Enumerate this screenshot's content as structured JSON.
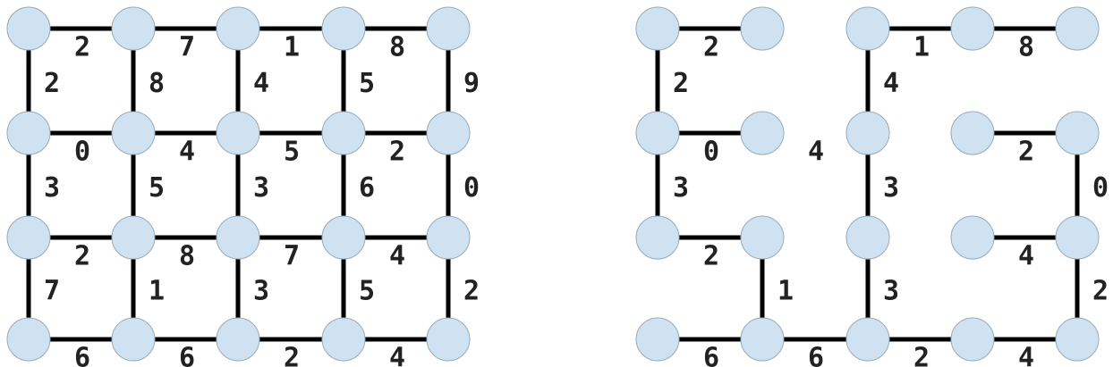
{
  "colors": {
    "node_fill": "#cfe2f2",
    "node_stroke": "#9aaab6",
    "edge": "#000000",
    "label": "#222222"
  },
  "graphs": [
    {
      "id": "full-grid",
      "rows": 4,
      "cols": 5,
      "h_edges": [
        {
          "r": 0,
          "c": 0,
          "w": "2"
        },
        {
          "r": 0,
          "c": 1,
          "w": "7"
        },
        {
          "r": 0,
          "c": 2,
          "w": "1"
        },
        {
          "r": 0,
          "c": 3,
          "w": "8"
        },
        {
          "r": 1,
          "c": 0,
          "w": "0"
        },
        {
          "r": 1,
          "c": 1,
          "w": "4"
        },
        {
          "r": 1,
          "c": 2,
          "w": "5"
        },
        {
          "r": 1,
          "c": 3,
          "w": "2"
        },
        {
          "r": 2,
          "c": 0,
          "w": "2"
        },
        {
          "r": 2,
          "c": 1,
          "w": "8"
        },
        {
          "r": 2,
          "c": 2,
          "w": "7"
        },
        {
          "r": 2,
          "c": 3,
          "w": "4"
        },
        {
          "r": 3,
          "c": 0,
          "w": "6"
        },
        {
          "r": 3,
          "c": 1,
          "w": "6"
        },
        {
          "r": 3,
          "c": 2,
          "w": "2"
        },
        {
          "r": 3,
          "c": 3,
          "w": "4"
        }
      ],
      "v_edges": [
        {
          "r": 0,
          "c": 0,
          "w": "2"
        },
        {
          "r": 0,
          "c": 1,
          "w": "8"
        },
        {
          "r": 0,
          "c": 2,
          "w": "4"
        },
        {
          "r": 0,
          "c": 3,
          "w": "5"
        },
        {
          "r": 0,
          "c": 4,
          "w": "9"
        },
        {
          "r": 1,
          "c": 0,
          "w": "3"
        },
        {
          "r": 1,
          "c": 1,
          "w": "5"
        },
        {
          "r": 1,
          "c": 2,
          "w": "3"
        },
        {
          "r": 1,
          "c": 3,
          "w": "6"
        },
        {
          "r": 1,
          "c": 4,
          "w": "0"
        },
        {
          "r": 2,
          "c": 0,
          "w": "7"
        },
        {
          "r": 2,
          "c": 1,
          "w": "1"
        },
        {
          "r": 2,
          "c": 2,
          "w": "3"
        },
        {
          "r": 2,
          "c": 3,
          "w": "5"
        },
        {
          "r": 2,
          "c": 4,
          "w": "2"
        }
      ],
      "floating_labels": []
    },
    {
      "id": "spanning-tree",
      "rows": 4,
      "cols": 5,
      "h_edges": [
        {
          "r": 0,
          "c": 0,
          "w": "2"
        },
        {
          "r": 0,
          "c": 2,
          "w": "1"
        },
        {
          "r": 0,
          "c": 3,
          "w": "8"
        },
        {
          "r": 1,
          "c": 0,
          "w": "0"
        },
        {
          "r": 1,
          "c": 3,
          "w": "2"
        },
        {
          "r": 2,
          "c": 0,
          "w": "2"
        },
        {
          "r": 2,
          "c": 3,
          "w": "4"
        },
        {
          "r": 3,
          "c": 0,
          "w": "6"
        },
        {
          "r": 3,
          "c": 1,
          "w": "6"
        },
        {
          "r": 3,
          "c": 2,
          "w": "2"
        },
        {
          "r": 3,
          "c": 3,
          "w": "4"
        }
      ],
      "v_edges": [
        {
          "r": 0,
          "c": 0,
          "w": "2"
        },
        {
          "r": 0,
          "c": 2,
          "w": "4"
        },
        {
          "r": 1,
          "c": 0,
          "w": "3"
        },
        {
          "r": 1,
          "c": 2,
          "w": "3"
        },
        {
          "r": 1,
          "c": 4,
          "w": "0"
        },
        {
          "r": 2,
          "c": 1,
          "w": "1"
        },
        {
          "r": 2,
          "c": 2,
          "w": "3"
        },
        {
          "r": 2,
          "c": 4,
          "w": "2"
        }
      ],
      "floating_labels": [
        {
          "anchor": "h",
          "r": 1,
          "c": 1,
          "w": "4"
        }
      ]
    }
  ]
}
